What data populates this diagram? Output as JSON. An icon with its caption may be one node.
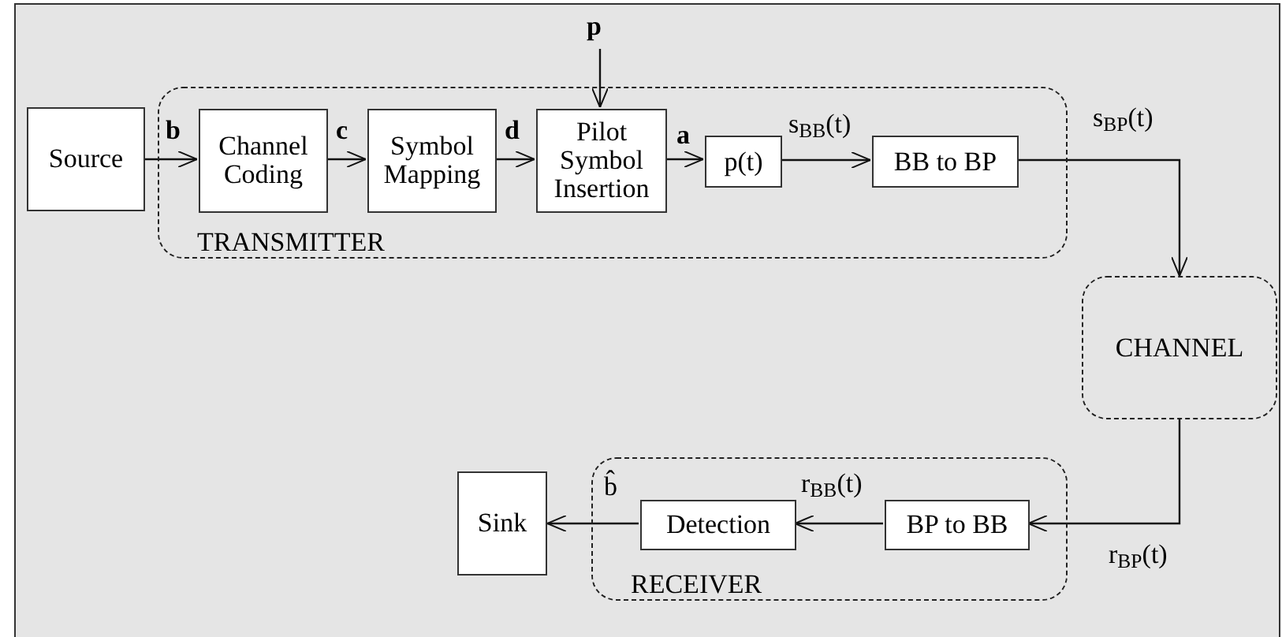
{
  "diagram": {
    "nodes": [
      {
        "text": [
          "Source"
        ]
      },
      {
        "text": [
          "TRANSMITTER"
        ]
      },
      {
        "text": [
          "Channel Coding"
        ],
        "in": 1
      },
      {
        "text": [
          "Symbol Mapping"
        ],
        "in": 1
      },
      {
        "text": [
          "Pilot Symbol Insertion"
        ],
        "in": 1
      },
      {
        "text": [
          "p(t)"
        ],
        "in": 1
      },
      {
        "text": [
          "BB to BP"
        ],
        "in": 1
      },
      {
        "text": [
          "CHANNEL"
        ]
      },
      {
        "text": [
          "Sink"
        ]
      },
      {
        "text": [
          "RECEIVER"
        ]
      },
      {
        "text": [
          "Detection"
        ],
        "in": 9
      },
      {
        "text": [
          "BP to BB"
        ],
        "in": 9
      }
    ],
    "edges": [
      {
        "from": 0,
        "to": 2,
        "arrow": "to",
        "label": "b"
      },
      {
        "from": 2,
        "to": 3,
        "arrow": "to",
        "label": "c"
      },
      {
        "from": 3,
        "to": 4,
        "arrow": "to",
        "label": "d"
      },
      {
        "from": 4,
        "to": 5,
        "arrow": "to",
        "label": "a"
      },
      {
        "from": 5,
        "to": 6,
        "arrow": "to",
        "label": "s$_{BB}$(t)"
      },
      {
        "from": 6,
        "to": 7,
        "arrow": "to",
        "label": "s$_{BP}$(t)"
      },
      {
        "from": 7,
        "to": 11,
        "arrow": "to",
        "label": "r$_{BP}$(t)"
      },
      {
        "from": 11,
        "to": 10,
        "arrow": "to",
        "label": "r$_{BB}$(t)"
      },
      {
        "from": 10,
        "to": 8,
        "arrow": "to",
        "label": "b̂"
      },
      {
        "from": null,
        "to": 4,
        "arrow": "to",
        "label": "p"
      }
    ]
  }
}
